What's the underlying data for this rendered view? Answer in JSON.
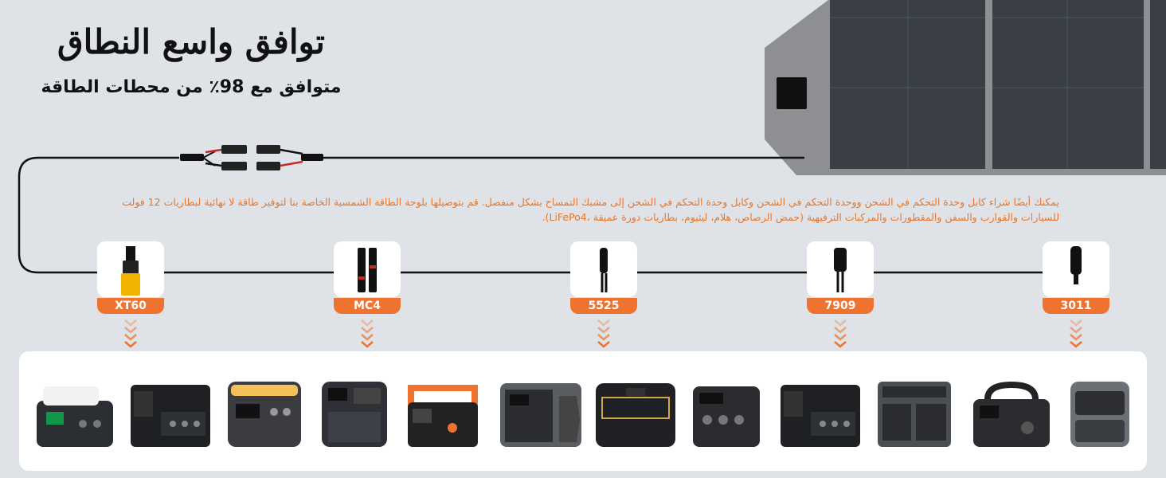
{
  "heading": {
    "title": "توافق واسع النطاق",
    "subtitle": "متوافق مع 98٪ من محطات الطاقة"
  },
  "description": {
    "line1": "يمكنك أيضًا شراء كابل وحدة التحكم في الشحن ووحدة التحكم في الشحن وكابل وحدة التحكم في الشحن إلى مشبك التمساح بشكل منفصل. قم بتوصيلها بلوحة الطاقة الشمسية الخاصة بنا لتوفير طاقة لا نهائية لبطاريات 12 فولت",
    "line2": "للسيارات والقوارب والسفن والمقطورات والمركبات الترفيهية (حمض الرصاص، هلام، ليثيوم، بطاريات دورة عميقة ،LiFePo4)."
  },
  "connectors": [
    {
      "label": "XT60",
      "icon": "xt60-plug-icon"
    },
    {
      "label": "MC4",
      "icon": "mc4-plug-icon"
    },
    {
      "label": "5525",
      "icon": "dc5525-plug-icon"
    },
    {
      "label": "7909",
      "icon": "dc7909-plug-icon"
    },
    {
      "label": "3011",
      "icon": "dc3011-plug-icon"
    }
  ],
  "colors": {
    "accent": "#ee7330",
    "background": "#dfe2e6",
    "cable": "#111111",
    "panel": "#3a3f46",
    "fabric": "#8d8f93"
  },
  "products": [
    "power-station-1",
    "power-station-2",
    "power-station-3",
    "power-station-4",
    "power-station-5",
    "power-station-6",
    "power-station-7",
    "power-station-8",
    "power-station-9",
    "power-station-10",
    "power-station-11",
    "power-station-12"
  ]
}
